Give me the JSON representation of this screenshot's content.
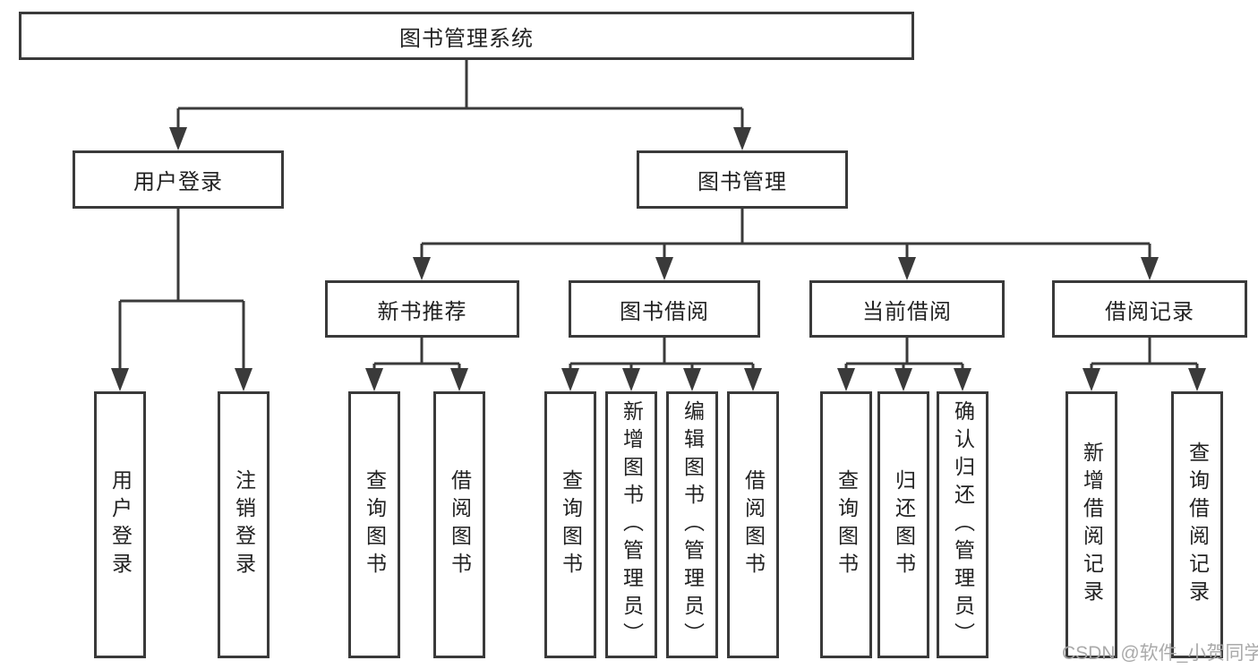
{
  "diagram": {
    "type": "tree-structure-chart",
    "colors": {
      "line": "#3a3a3a",
      "box_border": "#3a3a3a",
      "text": "#222222",
      "background": "#ffffff",
      "watermark": "#a5a5a5"
    },
    "nodes": {
      "root": "图书管理系统",
      "user_login": "用户登录",
      "book_management": "图书管理",
      "leaf_user_login": "用户登录",
      "leaf_logout": "注销登录",
      "new_book_recommend": "新书推荐",
      "book_borrow": "图书借阅",
      "current_borrow": "当前借阅",
      "borrow_records": "借阅记录",
      "rec_query_book": "查询图书",
      "rec_borrow_book": "借阅图书",
      "borrow_query_book": "查询图书",
      "borrow_add_book": "新增图书（管理员）",
      "borrow_edit_book": "编辑图书（管理员）",
      "borrow_borrow_book": "借阅图书",
      "current_query_book": "查询图书",
      "current_return_book": "归还图书",
      "current_confirm_return": "确认归还（管理员）",
      "records_add_record": "新增借阅记录",
      "records_query_record": "查询借阅记录"
    },
    "edges": [
      [
        "root",
        "user_login"
      ],
      [
        "root",
        "book_management"
      ],
      [
        "user_login",
        "leaf_user_login"
      ],
      [
        "user_login",
        "leaf_logout"
      ],
      [
        "book_management",
        "new_book_recommend"
      ],
      [
        "book_management",
        "book_borrow"
      ],
      [
        "book_management",
        "current_borrow"
      ],
      [
        "book_management",
        "borrow_records"
      ],
      [
        "new_book_recommend",
        "rec_query_book"
      ],
      [
        "new_book_recommend",
        "rec_borrow_book"
      ],
      [
        "book_borrow",
        "borrow_query_book"
      ],
      [
        "book_borrow",
        "borrow_add_book"
      ],
      [
        "book_borrow",
        "borrow_edit_book"
      ],
      [
        "book_borrow",
        "borrow_borrow_book"
      ],
      [
        "current_borrow",
        "current_query_book"
      ],
      [
        "current_borrow",
        "current_return_book"
      ],
      [
        "current_borrow",
        "current_confirm_return"
      ],
      [
        "borrow_records",
        "records_add_record"
      ],
      [
        "borrow_records",
        "records_query_record"
      ]
    ]
  },
  "watermark": "CSDN @软件_小贺同学"
}
